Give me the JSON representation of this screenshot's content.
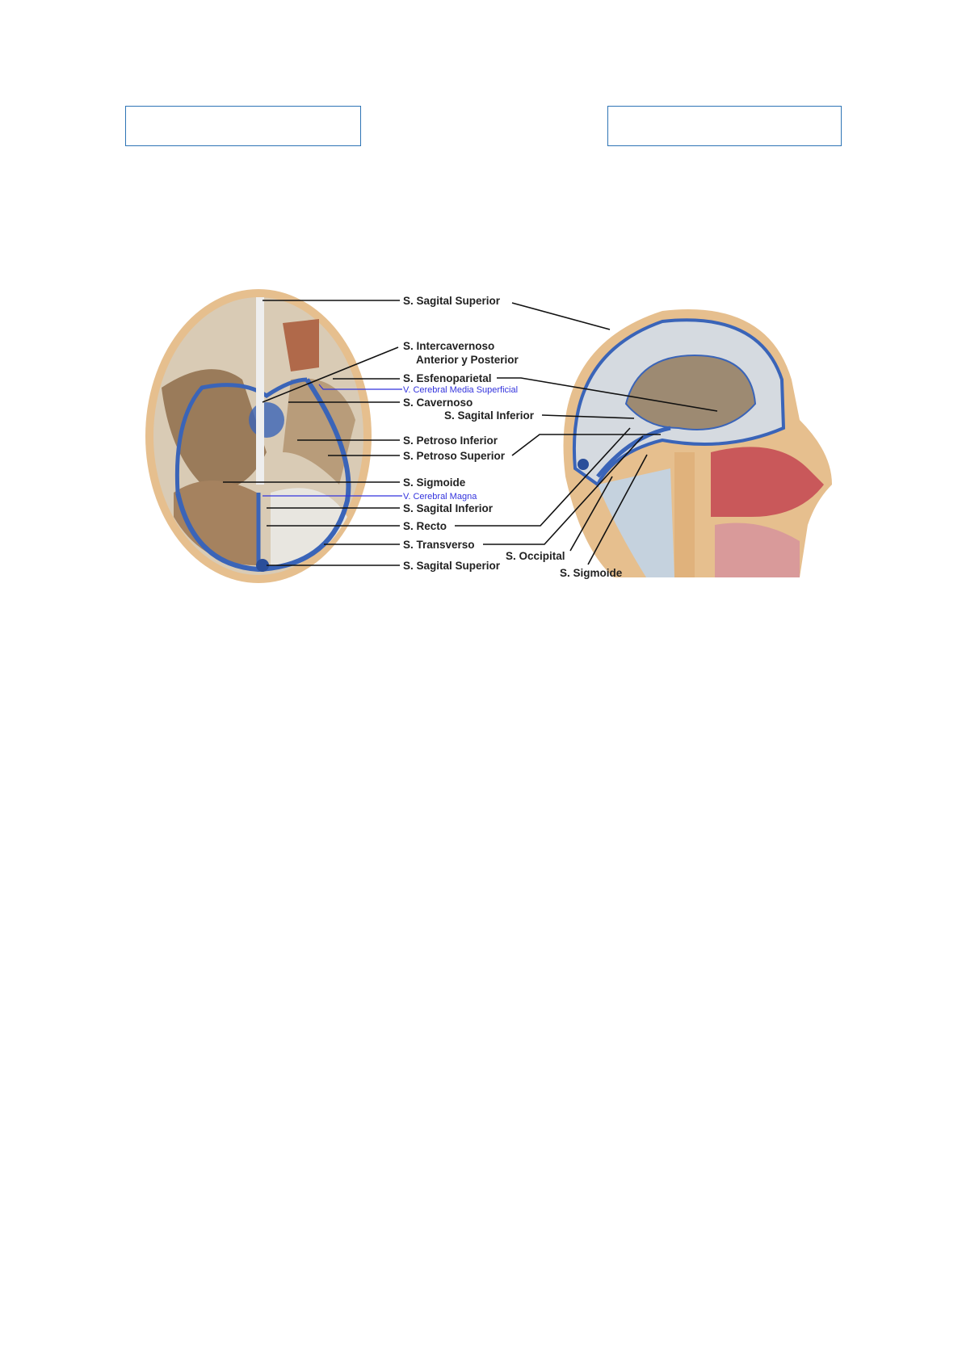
{
  "boxes": {
    "left": "",
    "right": ""
  },
  "figure": {
    "labels": [
      "S. Sagital Superior",
      "S. Intercavernoso",
      "Anterior y Posterior",
      "S. Esfenoparietal",
      "V. Cerebral Media Superficial",
      "S. Cavernoso",
      "S. Sagital Inferior",
      "S. Petroso Inferior",
      "S. Petroso Superior",
      "S. Sigmoide",
      "V. Cerebral Magna",
      "S. Sagital Inferior",
      "S. Recto",
      "S. Transverso",
      "S. Sagital Superior",
      "S. Occipital",
      "S. Sigmoide"
    ],
    "colors": {
      "vein": "#3a64b8",
      "bone": "#e3b887",
      "mucosa": "#c9585a",
      "label_blue": "#3333dd"
    }
  }
}
